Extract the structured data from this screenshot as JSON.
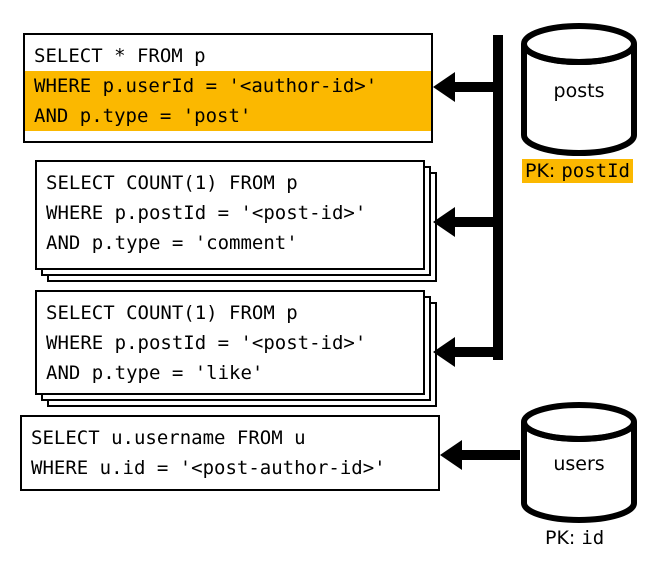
{
  "diagram": {
    "title": "Query fan-out diagram",
    "accent_color": "#FBB800",
    "line_color": "#000000",
    "background": "#FFFFFF"
  },
  "queries": [
    {
      "id": "query-posts-by-author",
      "stacked": false,
      "lines": [
        {
          "text": "SELECT * FROM p",
          "highlighted": false
        },
        {
          "text": "WHERE p.userId = '<author-id>'",
          "highlighted": true
        },
        {
          "text": "AND p.type = 'post'",
          "highlighted": true
        }
      ]
    },
    {
      "id": "query-comment-count",
      "stacked": true,
      "lines": [
        {
          "text": "SELECT COUNT(1) FROM p",
          "highlighted": false
        },
        {
          "text": "WHERE p.postId = '<post-id>'",
          "highlighted": false
        },
        {
          "text": "AND p.type = 'comment'",
          "highlighted": false
        }
      ]
    },
    {
      "id": "query-like-count",
      "stacked": true,
      "lines": [
        {
          "text": "SELECT COUNT(1) FROM p",
          "highlighted": false
        },
        {
          "text": "WHERE p.postId = '<post-id>'",
          "highlighted": false
        },
        {
          "text": "AND p.type = 'like'",
          "highlighted": false
        }
      ]
    },
    {
      "id": "query-username",
      "stacked": false,
      "lines": [
        {
          "text": "SELECT u.username FROM u",
          "highlighted": false
        },
        {
          "text": "WHERE u.id = '<post-author-id>'",
          "highlighted": false
        }
      ]
    }
  ],
  "datastores": [
    {
      "id": "posts",
      "label": "posts",
      "pk_prefix": "PK: ",
      "pk_key": "postId",
      "pk_highlighted": true
    },
    {
      "id": "users",
      "label": "users",
      "pk_prefix": "PK: ",
      "pk_key": "id",
      "pk_highlighted": false
    }
  ],
  "connectors": [
    {
      "id": "posts-to-query-1",
      "from": "posts",
      "to": "query-posts-by-author",
      "direction": "left"
    },
    {
      "id": "posts-to-query-2",
      "from": "posts",
      "to": "query-comment-count",
      "direction": "left"
    },
    {
      "id": "posts-to-query-3",
      "from": "posts",
      "to": "query-like-count",
      "direction": "left"
    },
    {
      "id": "users-to-query-4",
      "from": "users",
      "to": "query-username",
      "direction": "left"
    }
  ]
}
